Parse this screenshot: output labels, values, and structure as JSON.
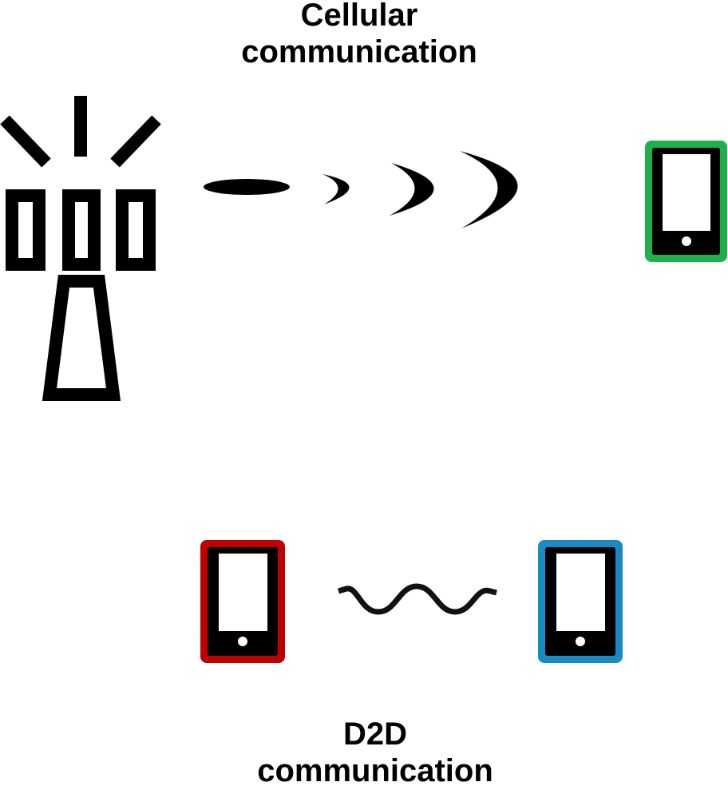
{
  "labels": {
    "cellular_line1": "Cellular",
    "cellular_line2": "communication",
    "d2d_line1": "D2D",
    "d2d_line2": "communication"
  },
  "colors": {
    "cellular_phone": "#1db04b",
    "d2d_phone_left": "#c00000",
    "d2d_phone_right": "#1a8ac3",
    "ink": "#000000"
  },
  "icons": {
    "tower": "cell-tower-icon",
    "signal": "radio-wave-icon",
    "phone": "smartphone-icon",
    "wave": "sine-wave-icon"
  }
}
